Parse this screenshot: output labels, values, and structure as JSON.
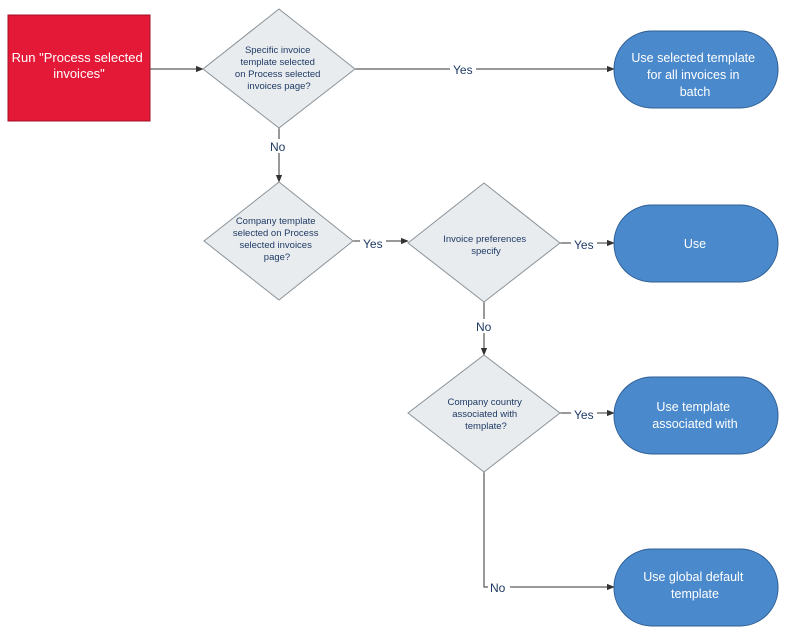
{
  "start": {
    "lines": [
      "Run \"Process selected",
      "invoices\""
    ]
  },
  "decisions": [
    {
      "id": "d1",
      "lines": [
        "Specific invoice",
        "template selected",
        "on Process selected",
        "invoices page?"
      ]
    },
    {
      "id": "d2",
      "lines": [
        "Company template",
        "selected on Process",
        "selected invoices",
        "page?"
      ]
    },
    {
      "id": "d3",
      "lines": [
        "Invoice preferences",
        "specify"
      ]
    },
    {
      "id": "d4",
      "lines": [
        "Company country",
        "associated with",
        "template?"
      ]
    }
  ],
  "terminals": [
    {
      "id": "t1",
      "lines": [
        "Use selected template",
        "for all invoices in",
        "batch"
      ]
    },
    {
      "id": "t2",
      "lines": [
        "Use"
      ]
    },
    {
      "id": "t3",
      "lines": [
        "Use template",
        "associated with"
      ]
    },
    {
      "id": "t4",
      "lines": [
        "Use global default",
        "template"
      ]
    }
  ],
  "labels": {
    "yes": "Yes",
    "no": "No"
  },
  "colors": {
    "start": "#e31937",
    "decision": "#e9ecee",
    "terminal": "#4a89cc",
    "line": "#333333"
  }
}
